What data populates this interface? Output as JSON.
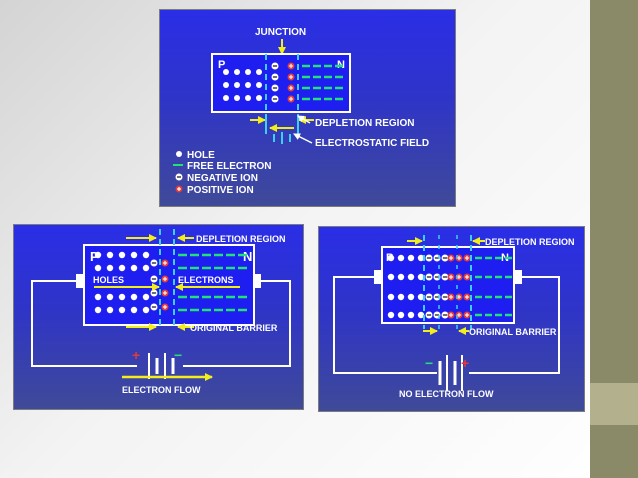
{
  "colors": {
    "panel_top": "#2a2ee6",
    "panel_bottom": "#3f4a98",
    "field_arrow": "#f2ee1a",
    "electron_dash": "#22e07a",
    "barrier_line": "#3ad0ee",
    "positive_ion": "#e23a3a",
    "side_strip": "#8a8a68",
    "side_accent": "#b3b08e"
  },
  "top_diagram": {
    "junction_label": "JUNCTION",
    "p_label": "P",
    "n_label": "N",
    "depletion_label": "DEPLETION  REGION",
    "field_label": "ELECTROSTATIC  FIELD",
    "legend": {
      "hole": "HOLE",
      "free_electron": "FREE  ELECTRON",
      "negative_ion": "NEGATIVE  ION",
      "positive_ion": "POSITIVE  ION"
    }
  },
  "forward_bias": {
    "depletion_label": "DEPLETION  REGION",
    "p_label": "P",
    "n_label": "N",
    "holes_label": "HOLES",
    "electrons_label": "ELECTRONS",
    "barrier_label": "ORIGINAL  BARRIER",
    "flow_label": "ELECTRON  FLOW",
    "plus": "+",
    "minus": "−"
  },
  "reverse_bias": {
    "depletion_label": "DEPLETION  REGION",
    "p_label": "P",
    "n_label": "N",
    "barrier_label": "ORIGINAL  BARRIER",
    "flow_label": "NO  ELECTRON  FLOW",
    "plus": "+",
    "minus": "−"
  }
}
